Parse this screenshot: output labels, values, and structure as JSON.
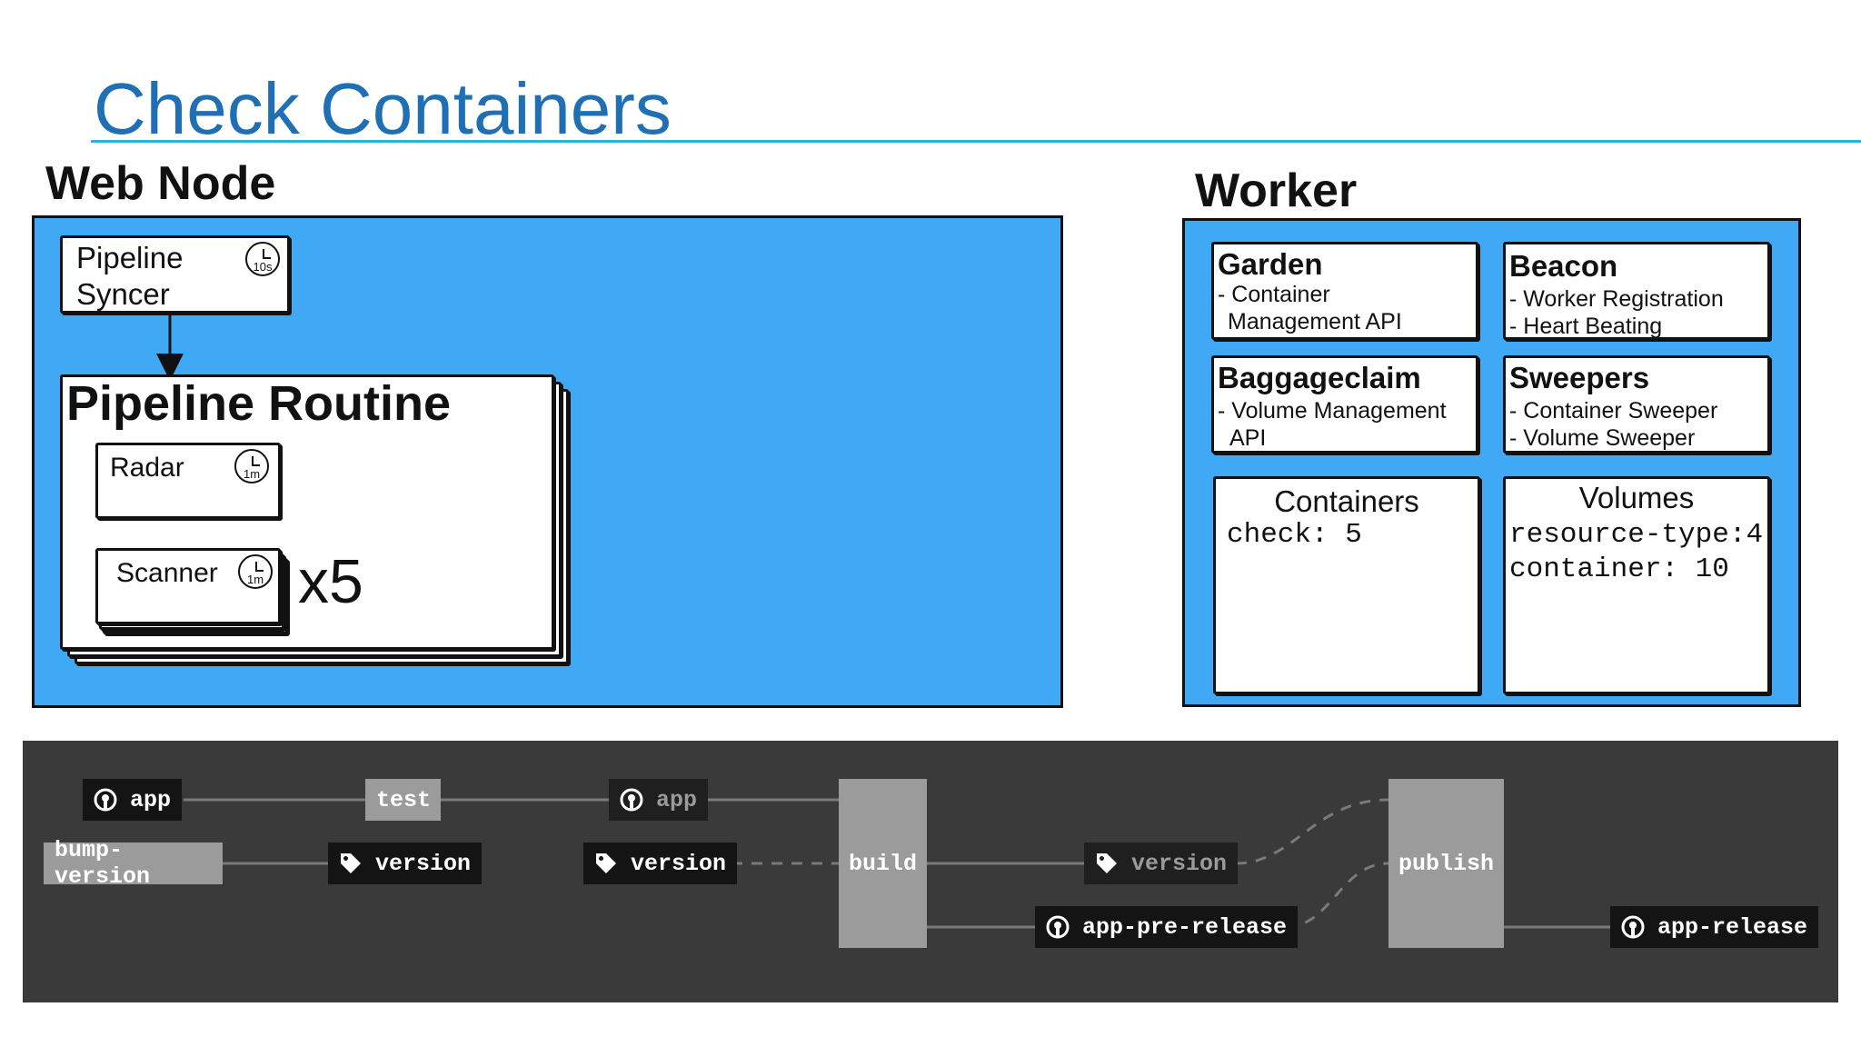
{
  "slide": {
    "title": "Check Containers"
  },
  "web_node": {
    "label": "Web Node",
    "pipeline_syncer": {
      "title_line1": "Pipeline",
      "title_line2": "Syncer",
      "interval": "10s"
    },
    "pipeline_routine": {
      "title": "Pipeline Routine",
      "radar": {
        "label": "Radar",
        "interval": "1m"
      },
      "scanner": {
        "label": "Scanner",
        "interval": "1m"
      },
      "multiplier": "x5"
    }
  },
  "worker": {
    "label": "Worker",
    "garden": {
      "title": "Garden",
      "line1": "- Container",
      "line2": "Management API"
    },
    "beacon": {
      "title": "Beacon",
      "line1": "- Worker Registration",
      "line2": "- Heart Beating"
    },
    "baggageclaim": {
      "title": "Baggageclaim",
      "line1": "- Volume Management",
      "line2": "API"
    },
    "sweepers": {
      "title": "Sweepers",
      "line1": "- Container Sweeper",
      "line2": "- Volume Sweeper"
    },
    "containers": {
      "title": "Containers",
      "line1": "check: 5"
    },
    "volumes": {
      "title": "Volumes",
      "line1": "resource-type:4",
      "line2": "container: 10"
    }
  },
  "pipeline": {
    "nodes": {
      "app1": "app",
      "test": "test",
      "app2": "app",
      "bump_version": "bump-version",
      "version1": "version",
      "version2": "version",
      "build": "build",
      "version3": "version",
      "publish": "publish",
      "app_pre_release": "app-pre-release",
      "app_release": "app-release"
    },
    "colors": {
      "background": "#3a3a3a",
      "resource": "#141414",
      "job": "#9b9b9b",
      "line": "#7a7a7a"
    }
  }
}
